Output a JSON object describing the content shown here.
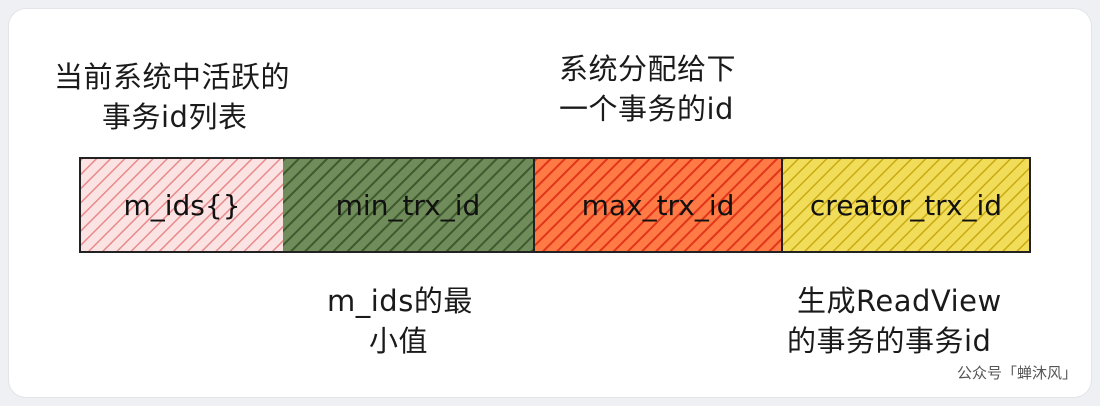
{
  "annotations": {
    "top_left": [
      "当前系统中活跃的",
      "事务id列表"
    ],
    "top_mid": [
      "系统分配给下",
      "一个事务的id"
    ],
    "bottom_mid": [
      "m_ids的最",
      "小值"
    ],
    "bottom_right": [
      "生成ReadView",
      "的事务的事务id"
    ]
  },
  "boxes": [
    {
      "label": "m_ids{}",
      "fill": "#fbe3e3",
      "hatch": "#e88a8a"
    },
    {
      "label": "min_trx_id",
      "fill": "#6f8c5a",
      "hatch": "#3e5a2e"
    },
    {
      "label": "max_trx_id",
      "fill": "#ff7a45",
      "hatch": "#e0351a"
    },
    {
      "label": "creator_trx_id",
      "fill": "#f2dd5a",
      "hatch": "#c9aa12"
    }
  ],
  "watermark": "公众号「蝉沐风」"
}
